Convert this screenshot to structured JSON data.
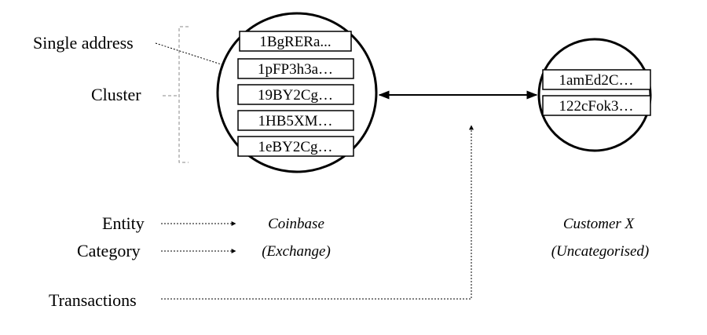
{
  "left_labels": {
    "single_address": "Single address",
    "cluster": "Cluster",
    "entity": "Entity",
    "category": "Category",
    "transactions": "Transactions"
  },
  "left_cluster": {
    "addresses": [
      "1BgRERa...",
      "1pFP3h3a…",
      "19BY2Cg…",
      "1HB5XM…",
      "1eBY2Cg…"
    ],
    "entity": "Coinbase",
    "category": "(Exchange)"
  },
  "right_cluster": {
    "addresses": [
      "1amEd2C…",
      "122cFok3…"
    ],
    "entity": "Customer X",
    "category": "(Uncategorised)"
  }
}
